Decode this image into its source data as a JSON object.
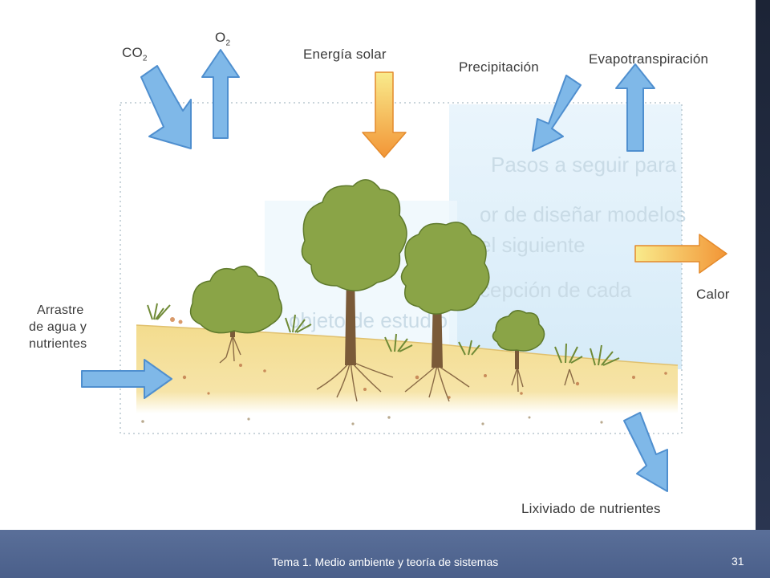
{
  "diagram": {
    "labels": {
      "co2": "CO",
      "co2_sub": "2",
      "o2": "O",
      "o2_sub": "2",
      "energia_solar": "Energía solar",
      "precipitacion": "Precipitación",
      "evapotranspiracion": "Evapotranspiración",
      "calor": "Calor",
      "arrastre_line1": "Arrastre",
      "arrastre_line2": "de agua y",
      "arrastre_line3": "nutrientes",
      "lixiviado": "Lixiviado de nutrientes"
    },
    "colors": {
      "water_arrow": "#7fb8e8",
      "water_arrow_edge": "#4f8fcf",
      "energy_arrow_top": "#f7e27a",
      "energy_arrow_bottom": "#f39a3c",
      "soil": "#f2d98c",
      "sky_box": "#e4f2fb",
      "foliage": "#8aa447",
      "foliage_dark": "#5f7a2c",
      "trunk": "#7a5a38"
    },
    "background_text": {
      "line1": "Pasos a seguir para",
      "line2": "or de diseñar modelos",
      "line3": "el siguiente",
      "line4": "cepción de cada",
      "line5": "objeto de estudio"
    }
  },
  "footer": {
    "title": "Tema 1. Medio ambiente y teoría de sistemas",
    "page": "31"
  }
}
